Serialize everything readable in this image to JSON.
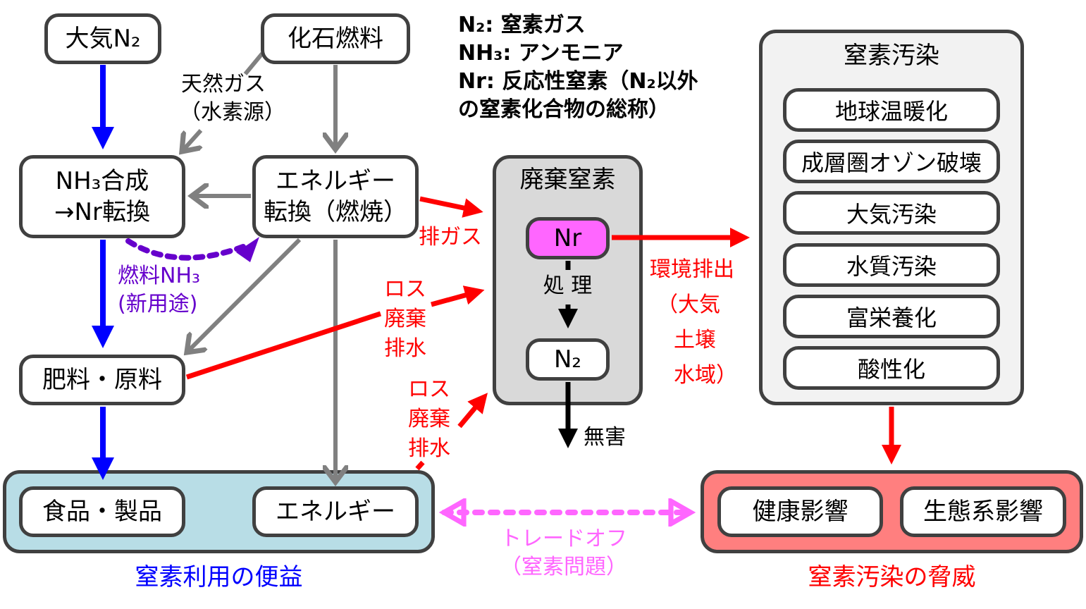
{
  "legend": {
    "lines": [
      "N₂: 窒素ガス",
      "NH₃: アンモニア",
      "Nr: 反応性窒素（N₂以外",
      "の窒素化合物の総称）"
    ]
  },
  "nodes": {
    "atmos_n2": "大気N₂",
    "fossil_fuel": "化石燃料",
    "nh3_synthesis": [
      "NH₃合成",
      "→Nr転換"
    ],
    "energy_conversion": [
      "エネルギー",
      "転換（燃焼）"
    ],
    "fertilizer": "肥料・原料",
    "food_products": "食品・製品",
    "energy": "エネルギー",
    "waste_nitrogen_title": "廃棄窒素",
    "nr": "Nr",
    "n2": "N₂",
    "pollution_title": "窒素汚染",
    "pollution_items": [
      "地球温暖化",
      "成層圏オゾン破壊",
      "大気汚染",
      "水質汚染",
      "富栄養化",
      "酸性化"
    ],
    "health_impact": "健康影響",
    "ecosystem_impact": "生態系影響"
  },
  "labels": {
    "natural_gas": [
      "天然ガス",
      "（水素源）"
    ],
    "fuel_nh3": [
      "燃料NH₃",
      "(新用途)"
    ],
    "exhaust_gas": "排ガス",
    "loss1": [
      "ロス",
      "廃棄",
      "排水"
    ],
    "loss2": [
      "ロス",
      "廃棄",
      "排水"
    ],
    "treatment": "処 理",
    "harmless": "無害",
    "env_emission": [
      "環境排出",
      "（大気",
      "土壌",
      "水域）"
    ],
    "tradeoff": [
      "トレードオフ",
      "（窒素問題）"
    ],
    "benefit": "窒素利用の便益",
    "threat": "窒素汚染の脅威"
  },
  "colors": {
    "blue_flow": "#0000ff",
    "gray_flow": "#808080",
    "red_flow": "#ff0000",
    "purple_flow": "#6600cc",
    "tradeoff": "#ff66ff",
    "benefit_fill": "#b8dde6",
    "threat_fill": "#ff7f7f",
    "waste_fill": "#d9d9d9",
    "nr_fill": "#ff66ff",
    "pollution_fill": "#f2f2f2"
  }
}
